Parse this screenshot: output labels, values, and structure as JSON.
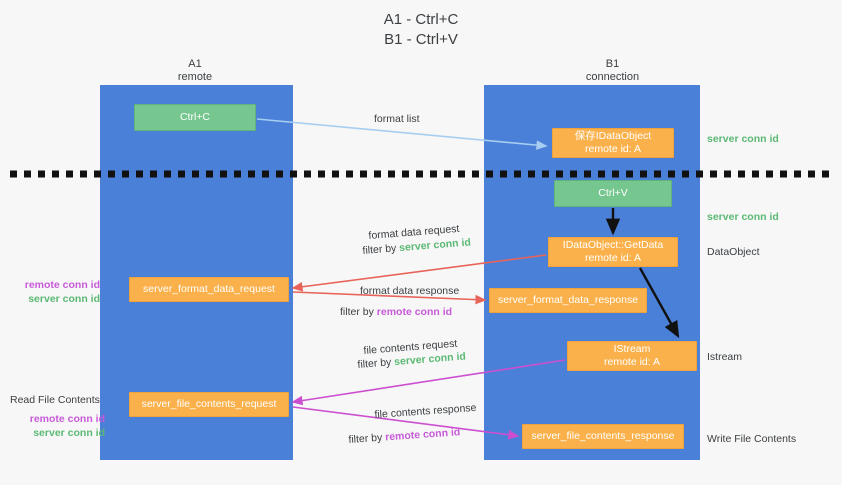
{
  "title": {
    "line1": "A1 - Ctrl+C",
    "line2": "B1 - Ctrl+V"
  },
  "columns": [
    {
      "name": "A1",
      "sub": "remote"
    },
    {
      "name": "B1",
      "sub": "connection"
    }
  ],
  "boxes": {
    "ctrl_c": {
      "label": "Ctrl+C",
      "color": "#76c68f"
    },
    "save_idataobject": {
      "line1": "保存IDataObject",
      "line2": "remote id: A",
      "color": "#fbb14b"
    },
    "ctrl_v": {
      "label": "Ctrl+V",
      "color": "#76c68f"
    },
    "getdata": {
      "line1": "IDataObject::GetData",
      "line2": "remote id: A",
      "color": "#fbb14b"
    },
    "format_data_request": {
      "label": "server_format_data_request",
      "color": "#fbb14b"
    },
    "format_data_response": {
      "label": "server_format_data_response",
      "color": "#fbb14b"
    },
    "istream": {
      "line1": "IStream",
      "line2": "remote id: A",
      "color": "#fbb14b"
    },
    "file_contents_request": {
      "label": "server_file_contents_request",
      "color": "#fbb14b"
    },
    "file_contents_response": {
      "label": "server_file_contents_response",
      "color": "#fbb14b"
    }
  },
  "side_labels": {
    "server_conn_id_1": "server conn id",
    "server_conn_id_2": "server conn id",
    "dataobject": "DataObject",
    "istream": "Istream",
    "write_file_contents": "Write File Contents",
    "read_file_contents": "Read File Contents",
    "remote_conn_id": "remote conn id",
    "server_conn_id": "server conn id"
  },
  "connectors": {
    "format_list": "format list",
    "format_data_request": "format data request",
    "filter_by": "filter by",
    "server_conn_id": "server conn id",
    "remote_conn_id": "remote conn id",
    "format_data_response": "format data response",
    "file_contents_request": "file contents request",
    "file_contents_response": "file contents response"
  },
  "colors": {
    "lane": "#4a80d8",
    "green": "#76c68f",
    "orange": "#fbb14b",
    "green_text": "#5bb974",
    "purple_text": "#c75ad8",
    "red_arrow": "#e8645a",
    "magenta_arrow": "#cc4fd0",
    "blue_arrow": "#a7cdf0",
    "black_arrow": "#000000",
    "background": "#f7f7f7"
  }
}
